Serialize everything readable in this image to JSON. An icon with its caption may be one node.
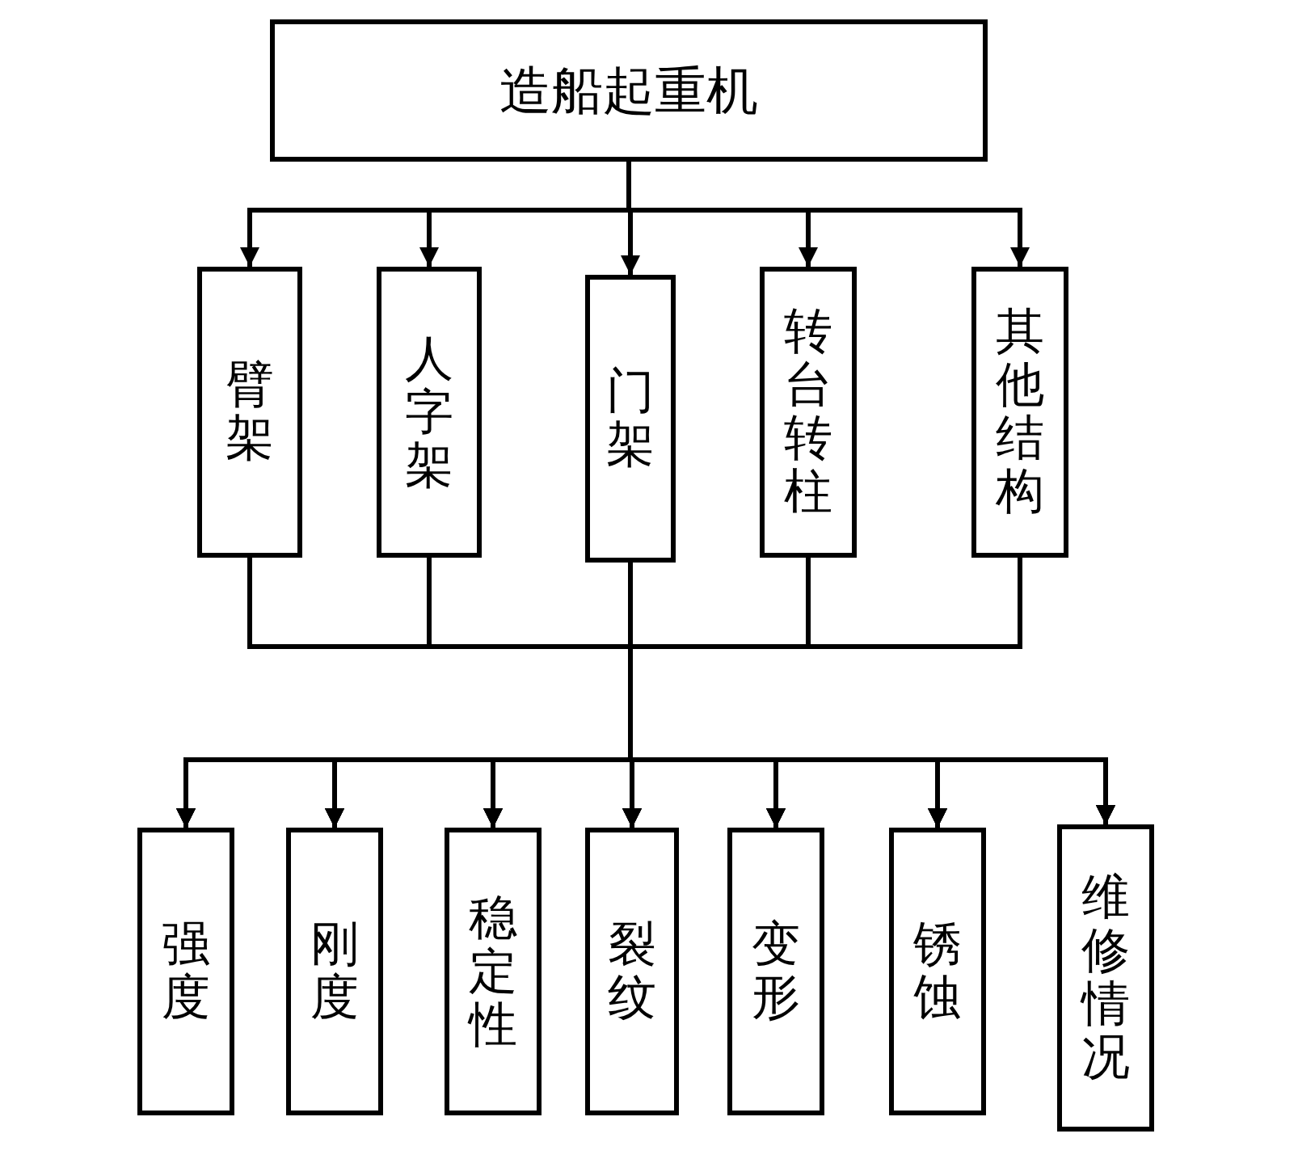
{
  "diagram": {
    "nodes": [
      {
        "text": [
          "造船起重机"
        ]
      },
      {
        "text": [
          "臂架"
        ]
      },
      {
        "text": [
          "人字架"
        ]
      },
      {
        "text": [
          "门架"
        ]
      },
      {
        "text": [
          "转台转柱"
        ]
      },
      {
        "text": [
          "其他结构"
        ]
      },
      {
        "text": [
          "强度"
        ]
      },
      {
        "text": [
          "刚度"
        ]
      },
      {
        "text": [
          "稳定性"
        ]
      },
      {
        "text": [
          "裂纹"
        ]
      },
      {
        "text": [
          "变形"
        ]
      },
      {
        "text": [
          "锈蚀"
        ]
      },
      {
        "text": [
          "维修情况"
        ]
      }
    ],
    "edges": [
      {
        "from": 0,
        "to": 1,
        "arrow": "to"
      },
      {
        "from": 0,
        "to": 2,
        "arrow": "to"
      },
      {
        "from": 0,
        "to": 3,
        "arrow": "to"
      },
      {
        "from": 0,
        "to": 4,
        "arrow": "to"
      },
      {
        "from": 0,
        "to": 5,
        "arrow": "to"
      },
      {
        "from": 1,
        "to": 6,
        "arrow": "to"
      },
      {
        "from": 1,
        "to": 7,
        "arrow": "to"
      },
      {
        "from": 1,
        "to": 8,
        "arrow": "to"
      },
      {
        "from": 1,
        "to": 9,
        "arrow": "to"
      },
      {
        "from": 1,
        "to": 10,
        "arrow": "to"
      },
      {
        "from": 1,
        "to": 11,
        "arrow": "to"
      },
      {
        "from": 1,
        "to": 12,
        "arrow": "to"
      },
      {
        "from": 2,
        "to": 6,
        "arrow": "to"
      },
      {
        "from": 2,
        "to": 7,
        "arrow": "to"
      },
      {
        "from": 2,
        "to": 8,
        "arrow": "to"
      },
      {
        "from": 2,
        "to": 9,
        "arrow": "to"
      },
      {
        "from": 2,
        "to": 10,
        "arrow": "to"
      },
      {
        "from": 2,
        "to": 11,
        "arrow": "to"
      },
      {
        "from": 2,
        "to": 12,
        "arrow": "to"
      },
      {
        "from": 3,
        "to": 6,
        "arrow": "to"
      },
      {
        "from": 3,
        "to": 7,
        "arrow": "to"
      },
      {
        "from": 3,
        "to": 8,
        "arrow": "to"
      },
      {
        "from": 3,
        "to": 9,
        "arrow": "to"
      },
      {
        "from": 3,
        "to": 10,
        "arrow": "to"
      },
      {
        "from": 3,
        "to": 11,
        "arrow": "to"
      },
      {
        "from": 3,
        "to": 12,
        "arrow": "to"
      },
      {
        "from": 4,
        "to": 6,
        "arrow": "to"
      },
      {
        "from": 4,
        "to": 7,
        "arrow": "to"
      },
      {
        "from": 4,
        "to": 8,
        "arrow": "to"
      },
      {
        "from": 4,
        "to": 9,
        "arrow": "to"
      },
      {
        "from": 4,
        "to": 10,
        "arrow": "to"
      },
      {
        "from": 4,
        "to": 11,
        "arrow": "to"
      },
      {
        "from": 4,
        "to": 12,
        "arrow": "to"
      },
      {
        "from": 5,
        "to": 6,
        "arrow": "to"
      },
      {
        "from": 5,
        "to": 7,
        "arrow": "to"
      },
      {
        "from": 5,
        "to": 8,
        "arrow": "to"
      },
      {
        "from": 5,
        "to": 9,
        "arrow": "to"
      },
      {
        "from": 5,
        "to": 10,
        "arrow": "to"
      },
      {
        "from": 5,
        "to": 11,
        "arrow": "to"
      },
      {
        "from": 5,
        "to": 12,
        "arrow": "to"
      }
    ]
  }
}
